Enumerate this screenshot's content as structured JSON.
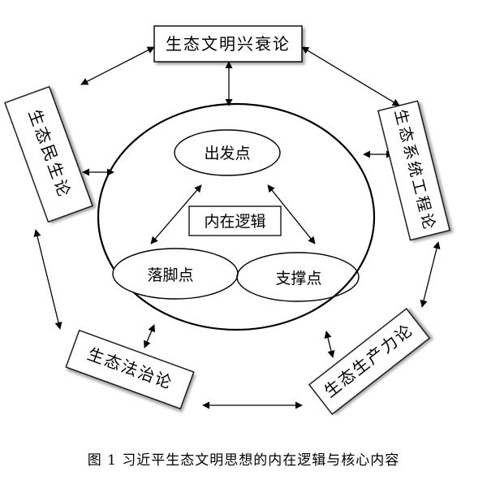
{
  "outer_boxes": {
    "top": "生态文明兴衰论",
    "right": "生态系统工程论",
    "bottom_right": "生态生产力论",
    "bottom_left": "生态法治论",
    "left": "生态民生论"
  },
  "inner": {
    "center_label": "内在逻辑",
    "start_point": "出发点",
    "landing_point": "落脚点",
    "support_point": "支撑点"
  },
  "caption": "图 1   习近平生态文明思想的内在逻辑与核心内容"
}
